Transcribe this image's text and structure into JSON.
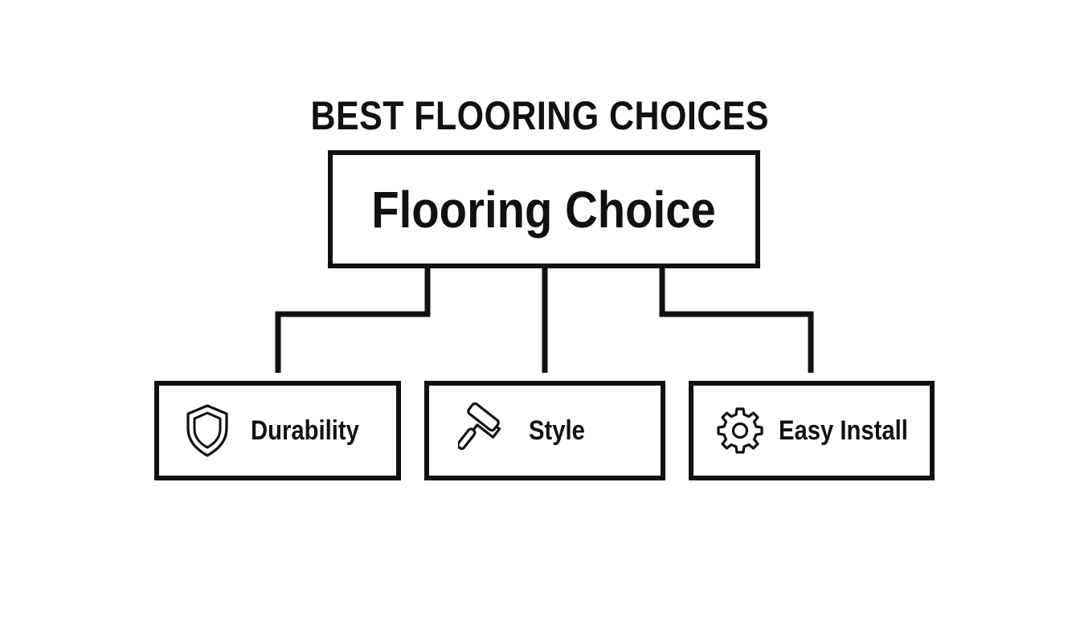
{
  "diagram": {
    "title": "BEST FLOORING CHOICES",
    "root": {
      "label": "Flooring Choice"
    },
    "children": [
      {
        "label": "Durability",
        "icon": "shield-icon"
      },
      {
        "label": "Style",
        "icon": "paint-roller-icon"
      },
      {
        "label": "Easy Install",
        "icon": "gear-icon"
      }
    ],
    "colors": {
      "stroke": "#111111",
      "background": "#ffffff"
    }
  }
}
